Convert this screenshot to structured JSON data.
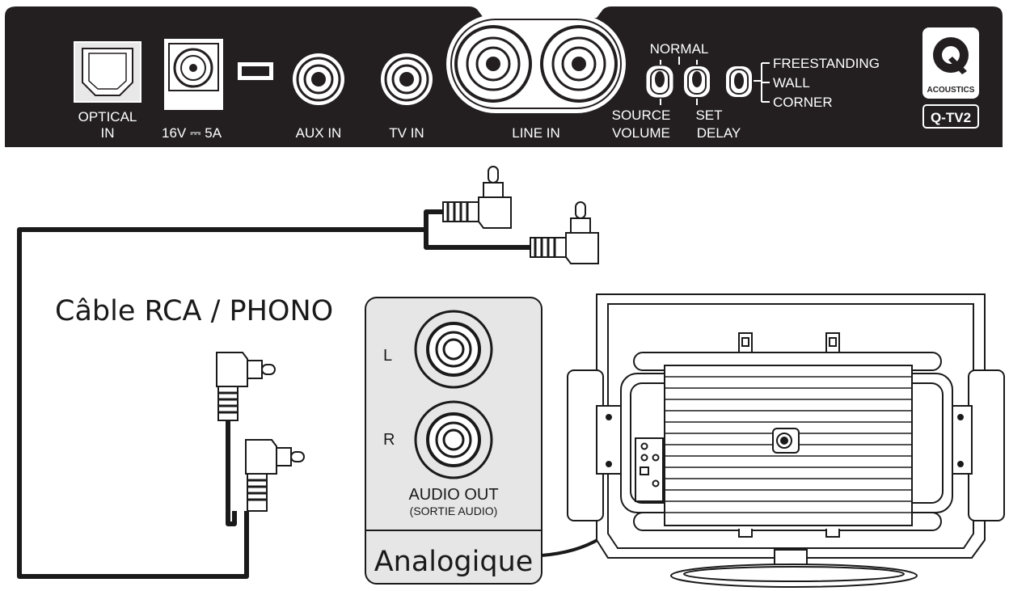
{
  "panel": {
    "optical_line1": "OPTICAL",
    "optical_line2": "IN",
    "power_label": "16V",
    "power_symbol": "⎓",
    "power_amp": "5A",
    "aux_label": "AUX IN",
    "tv_label": "TV IN",
    "line_label": "LINE IN",
    "normal_label": "NORMAL",
    "source_label": "SOURCE",
    "volume_label": "VOLUME",
    "set_label": "SET",
    "delay_label": "DELAY",
    "freestanding_label": "FREESTANDING",
    "wall_label": "WALL",
    "corner_label": "CORNER",
    "brand_text": "ACOUSTICS",
    "model_label": "Q-TV2"
  },
  "cable": {
    "title": "Câble RCA / PHONO"
  },
  "tv_box": {
    "left_label": "L",
    "right_label": "R",
    "audio_out": "AUDIO OUT",
    "audio_out_sub": "(SORTIE AUDIO)",
    "mode_label": "Analogique"
  },
  "colors": {
    "panel_bg": "#231f20",
    "line": "#1a1a1a",
    "box_bg": "#e6e6e6"
  }
}
